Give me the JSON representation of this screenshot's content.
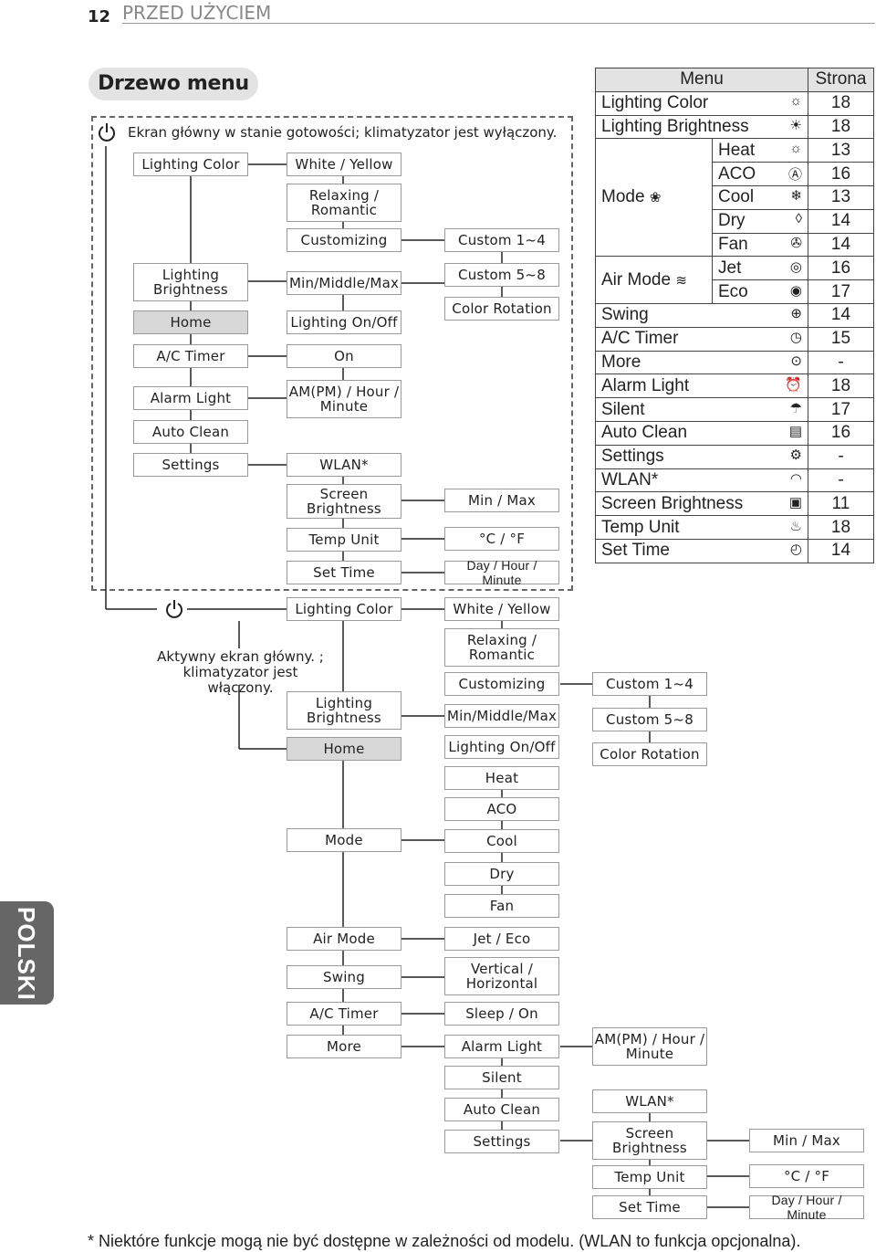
{
  "header": {
    "page_number": "12",
    "title": "PRZED UŻYCIEM"
  },
  "section_title": "Drzewo menu",
  "standby": {
    "caption": "Ekran główny w stanie gotowości; klimatyzator jest wyłączony.",
    "col1": [
      "Lighting Color",
      "Lighting\nBrightness",
      "Home",
      "A/C Timer",
      "Alarm Light",
      "Auto Clean",
      "Settings"
    ],
    "col2": [
      "White / Yellow",
      "Relaxing /\nRomantic",
      "Customizing",
      "Min/Middle/Max",
      "Lighting On/Off",
      "On",
      "AM(PM) / Hour /\nMinute",
      "WLAN*",
      "Screen\nBrightness",
      "Temp Unit",
      "Set Time"
    ],
    "col3": [
      "Custom 1~4",
      "Custom 5~8",
      "Color Rotation",
      "Min / Max",
      "°C / °F",
      "Day / Hour / Minute"
    ]
  },
  "active": {
    "caption": "Aktywny ekran główny. ;\nklimatyzator jest włączony.",
    "col1": [
      "Lighting Color",
      "Lighting\nBrightness",
      "Home",
      "Mode",
      "Air Mode",
      "Swing",
      "A/C Timer",
      "More"
    ],
    "col2": [
      "White / Yellow",
      "Relaxing /\nRomantic",
      "Customizing",
      "Min/Middle/Max",
      "Lighting On/Off",
      "Heat",
      "ACO",
      "Cool",
      "Dry",
      "Fan",
      "Jet / Eco",
      "Vertical /\nHorizontal",
      "Sleep / On",
      "Alarm Light",
      "Silent",
      "Auto Clean",
      "Settings"
    ],
    "col3": [
      "Custom 1~4",
      "Custom 5~8",
      "Color Rotation",
      "AM(PM) / Hour /\nMinute",
      "WLAN*",
      "Screen\nBrightness",
      "Temp Unit",
      "Set Time"
    ],
    "col4": [
      "Min / Max",
      "°C / °F",
      "Day / Hour / Minute"
    ]
  },
  "table": {
    "head_menu": "Menu",
    "head_page": "Strona",
    "rows": [
      {
        "label": "Lighting Color",
        "icon": "bulb-icon",
        "glyph": "☼",
        "page": "18"
      },
      {
        "label": "Lighting Brightness",
        "icon": "bulb-bright-icon",
        "glyph": "☀",
        "page": "18"
      },
      {
        "label": "Mode",
        "icon": "mode-icon",
        "glyph": "❀",
        "page": "",
        "sub": [
          {
            "label": "Heat",
            "icon": "sun-icon",
            "glyph": "☼",
            "page": "13"
          },
          {
            "label": "ACO",
            "icon": "aco-icon",
            "glyph": "Ⓐ",
            "page": "16"
          },
          {
            "label": "Cool",
            "icon": "snowflake-icon",
            "glyph": "❄",
            "page": "13"
          },
          {
            "label": "Dry",
            "icon": "droplet-icon",
            "glyph": "◊",
            "page": "14"
          },
          {
            "label": "Fan",
            "icon": "fan-icon",
            "glyph": "✇",
            "page": "14"
          }
        ]
      },
      {
        "label": "Air Mode",
        "icon": "air-mode-icon",
        "glyph": "≋",
        "page": "",
        "sub": [
          {
            "label": "Jet",
            "icon": "jet-icon",
            "glyph": "◎",
            "page": "16"
          },
          {
            "label": "Eco",
            "icon": "eco-icon",
            "glyph": "◉",
            "page": "17"
          }
        ]
      },
      {
        "label": "Swing",
        "icon": "swing-icon",
        "glyph": "⊕",
        "page": "14"
      },
      {
        "label": "A/C Timer",
        "icon": "timer-icon",
        "glyph": "◷",
        "page": "15"
      },
      {
        "label": "More",
        "icon": "more-icon",
        "glyph": "⊙",
        "page": "-"
      },
      {
        "label": "Alarm Light",
        "icon": "alarm-icon",
        "glyph": "⏰",
        "page": "18"
      },
      {
        "label": "Silent",
        "icon": "silent-icon",
        "glyph": "☂",
        "page": "17"
      },
      {
        "label": "Auto Clean",
        "icon": "auto-clean-icon",
        "glyph": "▤",
        "page": "16"
      },
      {
        "label": "Settings",
        "icon": "gear-icon",
        "glyph": "⚙",
        "page": "-"
      },
      {
        "label": "WLAN*",
        "icon": "wifi-icon",
        "glyph": "◠",
        "page": "-"
      },
      {
        "label": "Screen Brightness",
        "icon": "screen-brightness-icon",
        "glyph": "▣",
        "page": "11"
      },
      {
        "label": "Temp Unit",
        "icon": "thermometer-icon",
        "glyph": "♨",
        "page": "18"
      },
      {
        "label": "Set Time",
        "icon": "clock-icon",
        "glyph": "◴",
        "page": "14"
      }
    ]
  },
  "side_tab": "POLSKI",
  "footnote": "* Niektóre funkcje mogą nie być dostępne w zależności od modelu. (WLAN to funkcja opcjonalna)."
}
